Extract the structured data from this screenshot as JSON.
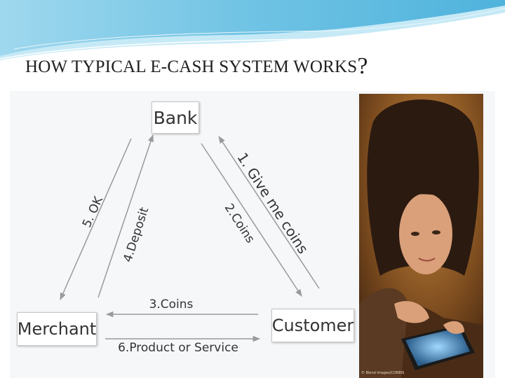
{
  "slide": {
    "title": "HOW TYPICAL E-CASH SYSTEM WORKS",
    "title_mark": "?"
  },
  "diagram": {
    "nodes": {
      "bank": "Bank",
      "merchant": "Merchant",
      "customer": "Customer"
    },
    "flows": {
      "give_me_coins": "1. Give me coins",
      "coins_to_customer": "2.Coins",
      "coins_to_merchant": "3.Coins",
      "deposit": "4.Deposit",
      "ok": "5. OK",
      "product_or_service": "6.Product or Service"
    }
  },
  "photo": {
    "description": "girl lying down using a tablet",
    "credit": "© Blend Images/CORBIS"
  },
  "colors": {
    "banner": "#6fc3e4",
    "banner_light": "#c6e9f6",
    "arrow": "#9a9a9a",
    "text": "#333333"
  }
}
